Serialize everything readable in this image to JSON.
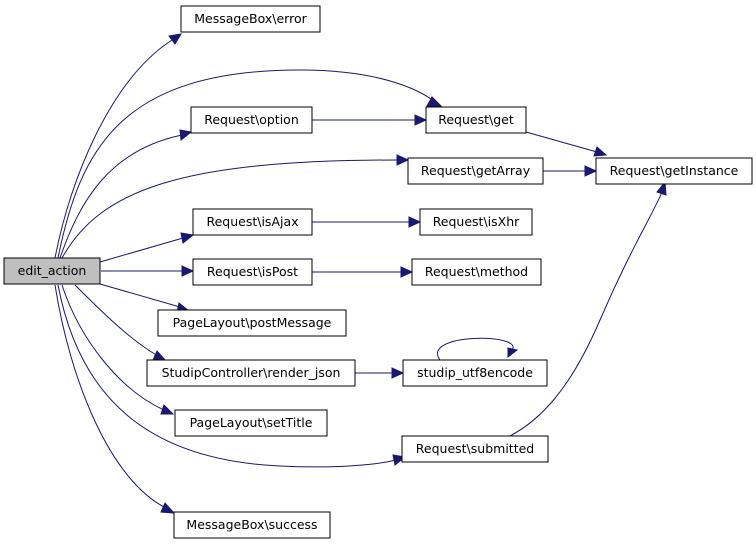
{
  "colors": {
    "edge": "#191970",
    "node_fill": "#ffffff",
    "root_fill": "#bfbfbf",
    "node_border": "#000000",
    "background": "#ffffff"
  },
  "nodes": {
    "edit_action": "edit_action",
    "messagebox_error": "MessageBox\\error",
    "request_get": "Request\\get",
    "request_option": "Request\\option",
    "request_getarray": "Request\\getArray",
    "request_getinstance": "Request\\getInstance",
    "request_isajax": "Request\\isAjax",
    "request_isxhr": "Request\\isXhr",
    "request_ispost": "Request\\isPost",
    "request_method": "Request\\method",
    "pagelayout_postmessage": "PageLayout\\postMessage",
    "studipcontroller_render_json": "StudipController\\render_json",
    "studip_utf8encode": "studip_utf8encode",
    "pagelayout_settitle": "PageLayout\\setTitle",
    "request_submitted": "Request\\submitted",
    "messagebox_success": "MessageBox\\success"
  },
  "edges": [
    [
      "edit_action",
      "messagebox_error"
    ],
    [
      "edit_action",
      "request_get"
    ],
    [
      "edit_action",
      "request_option"
    ],
    [
      "edit_action",
      "request_getarray"
    ],
    [
      "edit_action",
      "request_isajax"
    ],
    [
      "edit_action",
      "request_ispost"
    ],
    [
      "edit_action",
      "pagelayout_postmessage"
    ],
    [
      "edit_action",
      "studipcontroller_render_json"
    ],
    [
      "edit_action",
      "pagelayout_settitle"
    ],
    [
      "edit_action",
      "request_submitted"
    ],
    [
      "edit_action",
      "messagebox_success"
    ],
    [
      "request_option",
      "request_get"
    ],
    [
      "request_get",
      "request_getinstance"
    ],
    [
      "request_getarray",
      "request_getinstance"
    ],
    [
      "request_isajax",
      "request_isxhr"
    ],
    [
      "request_ispost",
      "request_method"
    ],
    [
      "studipcontroller_render_json",
      "studip_utf8encode"
    ],
    [
      "studip_utf8encode",
      "studip_utf8encode"
    ],
    [
      "request_submitted",
      "request_getinstance"
    ]
  ]
}
